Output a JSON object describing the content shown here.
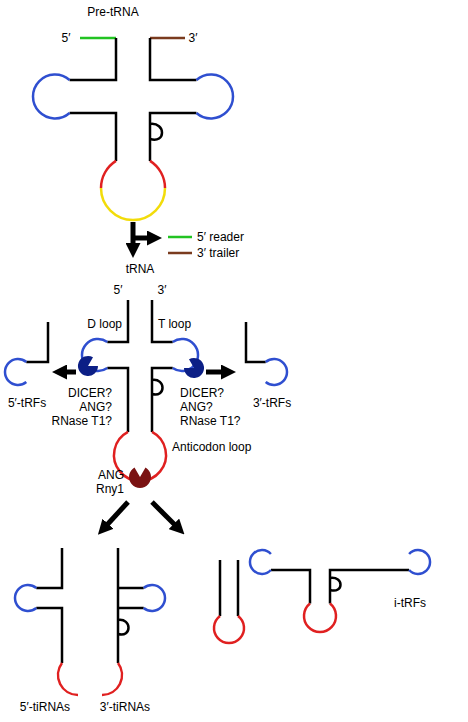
{
  "diagram": {
    "labels": [
      "Pre-tRNA",
      "5′",
      "3′",
      "5′ reader",
      "3′ trailer",
      "tRNA",
      "5′",
      "3′",
      "D loop",
      "T loop",
      "DICER?",
      "ANG?",
      "RNase T1?",
      "DICER?",
      "ANG?",
      "RNase T1?",
      "Anticodon loop",
      "ANG",
      "Rny1",
      "5′-tRFs",
      "3′-tRFs",
      "5′-tiRNAs",
      "3′-tiRNAs",
      "i-tRFs"
    ]
  }
}
